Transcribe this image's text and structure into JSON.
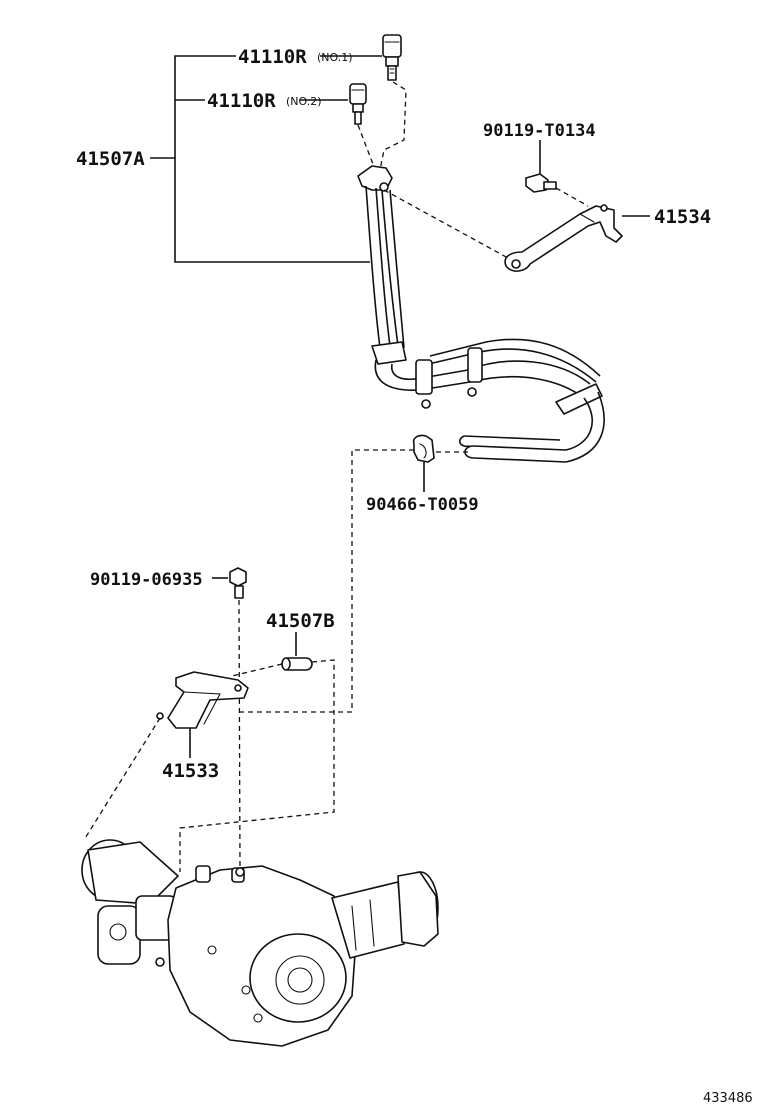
{
  "diagram_id": "433486",
  "labels": {
    "hose_no1_part": "41110R",
    "hose_no1_qualifier": "(NO.1)",
    "hose_no2_part": "41110R",
    "hose_no2_qualifier": "(NO.2)",
    "hose_assembly": "41507A",
    "bolt_upper": "90119-T0134",
    "bracket_upper": "41534",
    "clip": "90466-T0059",
    "bolt_lower": "90119-06935",
    "hose_lower": "41507B",
    "bracket_lower": "41533"
  }
}
